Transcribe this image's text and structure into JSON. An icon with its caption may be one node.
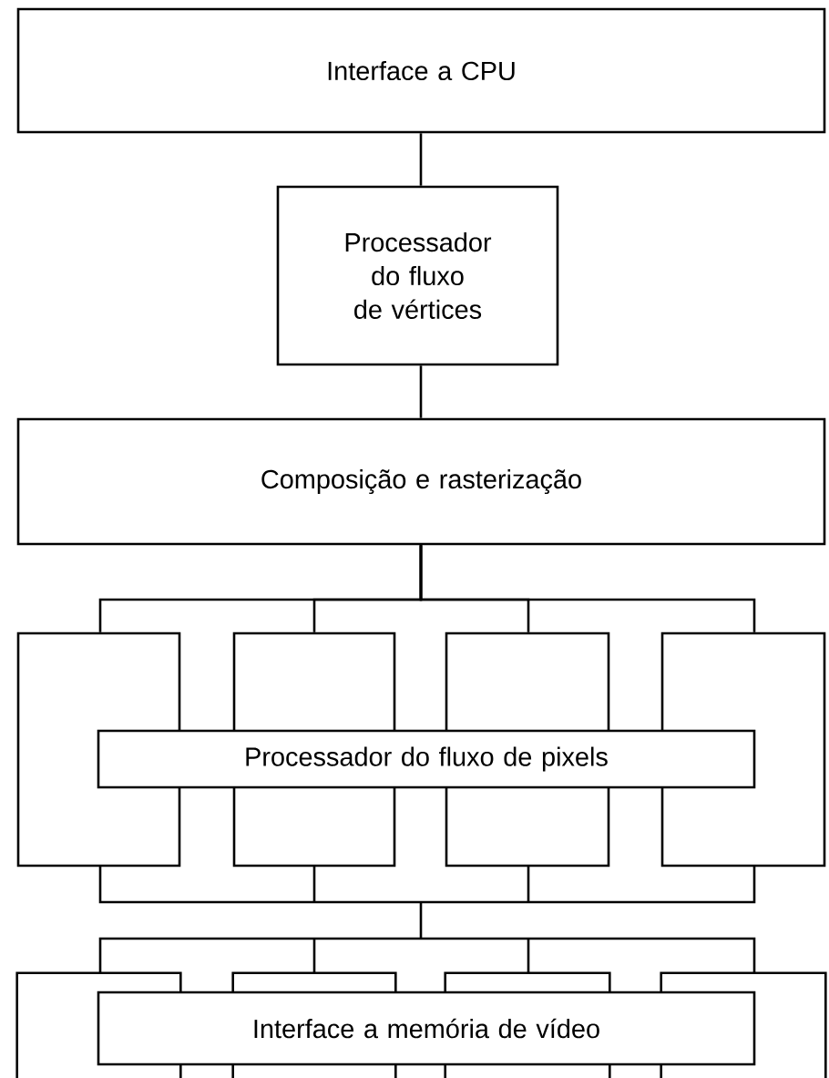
{
  "diagram": {
    "nodes": [
      {
        "text": [
          "Interface a CPU"
        ]
      },
      {
        "text": [
          "Processador do fluxo de vértices"
        ]
      },
      {
        "text": [
          "Composição e rasterização"
        ]
      },
      {
        "text": [],
        "shape": "box"
      },
      {
        "text": [],
        "shape": "box"
      },
      {
        "text": [],
        "shape": "box"
      },
      {
        "text": [],
        "shape": "box"
      },
      {
        "text": [
          "Processador do fluxo de pixels"
        ]
      },
      {
        "text": [],
        "shape": "box"
      },
      {
        "text": [],
        "shape": "box"
      },
      {
        "text": [],
        "shape": "box"
      },
      {
        "text": [],
        "shape": "box"
      },
      {
        "text": [
          "Interface a memória de vídeo"
        ]
      }
    ],
    "edges": [
      {
        "from": 0,
        "to": 1,
        "arrow": "none"
      },
      {
        "from": 1,
        "to": 2,
        "arrow": "none"
      },
      {
        "from": 2,
        "to": 3,
        "arrow": "none"
      },
      {
        "from": 2,
        "to": 4,
        "arrow": "none"
      },
      {
        "from": 2,
        "to": 5,
        "arrow": "none"
      },
      {
        "from": 2,
        "to": 6,
        "arrow": "none"
      },
      {
        "from": 3,
        "to": 8,
        "arrow": "none"
      },
      {
        "from": 3,
        "to": 9,
        "arrow": "none"
      },
      {
        "from": 3,
        "to": 10,
        "arrow": "none"
      },
      {
        "from": 3,
        "to": 11,
        "arrow": "none"
      },
      {
        "from": 4,
        "to": 8,
        "arrow": "none"
      },
      {
        "from": 4,
        "to": 9,
        "arrow": "none"
      },
      {
        "from": 4,
        "to": 10,
        "arrow": "none"
      },
      {
        "from": 4,
        "to": 11,
        "arrow": "none"
      },
      {
        "from": 5,
        "to": 8,
        "arrow": "none"
      },
      {
        "from": 5,
        "to": 9,
        "arrow": "none"
      },
      {
        "from": 5,
        "to": 10,
        "arrow": "none"
      },
      {
        "from": 5,
        "to": 11,
        "arrow": "none"
      },
      {
        "from": 6,
        "to": 8,
        "arrow": "none"
      },
      {
        "from": 6,
        "to": 9,
        "arrow": "none"
      },
      {
        "from": 6,
        "to": 10,
        "arrow": "none"
      },
      {
        "from": 6,
        "to": 11,
        "arrow": "none"
      }
    ]
  }
}
